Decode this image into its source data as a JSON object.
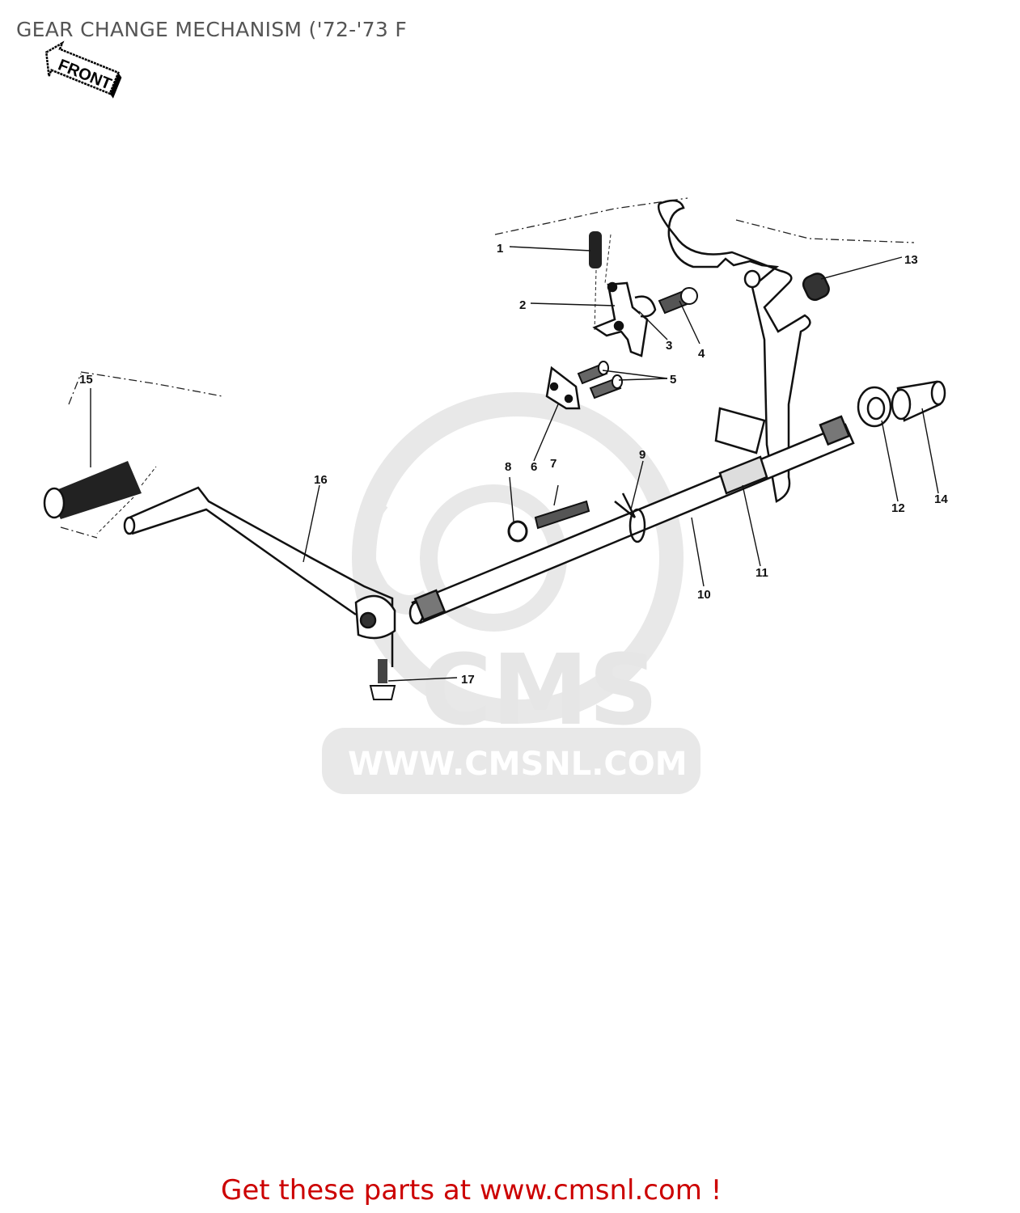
{
  "header": {
    "title": "GEAR CHANGE MECHANISM ('72-'73 F"
  },
  "orientation": {
    "front_label": "FRONT"
  },
  "watermark": {
    "logo_text": "CMS",
    "url_text": "WWW.CMSNL.COM"
  },
  "callouts": [
    {
      "id": "1",
      "label": "1"
    },
    {
      "id": "2",
      "label": "2"
    },
    {
      "id": "3",
      "label": "3"
    },
    {
      "id": "4",
      "label": "4"
    },
    {
      "id": "5",
      "label": "5"
    },
    {
      "id": "6",
      "label": "6"
    },
    {
      "id": "7",
      "label": "7"
    },
    {
      "id": "8",
      "label": "8"
    },
    {
      "id": "9",
      "label": "9"
    },
    {
      "id": "10",
      "label": "10"
    },
    {
      "id": "11",
      "label": "11"
    },
    {
      "id": "12",
      "label": "12"
    },
    {
      "id": "13",
      "label": "13"
    },
    {
      "id": "14",
      "label": "14"
    },
    {
      "id": "15",
      "label": "15"
    },
    {
      "id": "16",
      "label": "16"
    },
    {
      "id": "17",
      "label": "17"
    }
  ],
  "footer": {
    "cta": "Get these parts at www.cmsnl.com !"
  },
  "colors": {
    "title": "#555555",
    "cta": "#cc0000",
    "watermark": "#e6e6e6",
    "line": "#111111"
  }
}
